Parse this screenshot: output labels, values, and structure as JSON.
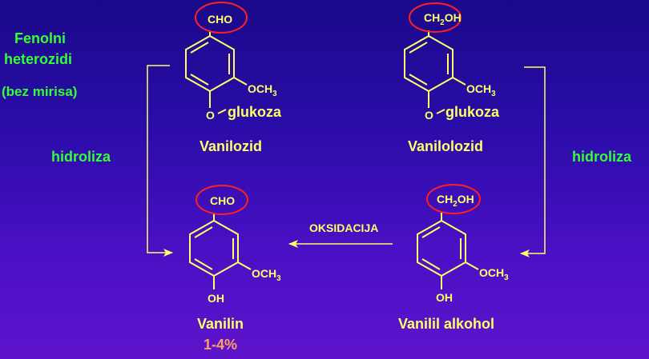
{
  "title": {
    "line1": "Fenolni",
    "line2": "heterozidi",
    "note": "(bez mirisa)"
  },
  "reactions": {
    "hydrolysis_left": "hidroliza",
    "hydrolysis_right": "hidroliza",
    "oxidation": "OKSIDACIJA"
  },
  "compounds": {
    "vanilozid": {
      "name": "Vanilozid",
      "top_group": "CHO",
      "methoxy": "OCH",
      "methoxy_sub": "3",
      "o": "O",
      "sugar": "glukoza"
    },
    "vanilolozid": {
      "name": "Vanilolozid",
      "top_group": "CH",
      "top_group_sub": "2",
      "top_group_tail": "OH",
      "methoxy": "OCH",
      "methoxy_sub": "3",
      "o": "O",
      "sugar": "glukoza"
    },
    "vanilin": {
      "name": "Vanilin",
      "yield": "1-4%",
      "top_group": "CHO",
      "methoxy": "OCH",
      "methoxy_sub": "3",
      "hydroxy": "OH"
    },
    "vanilil_alkohol": {
      "name": "Vanilil alkohol",
      "top_group": "CH",
      "top_group_sub": "2",
      "top_group_tail": "OH",
      "methoxy": "OCH",
      "methoxy_sub": "3",
      "hydroxy": "OH"
    }
  },
  "colors": {
    "bond": "#ffff66",
    "highlight_circle": "#ff2020",
    "heading_green": "#33ff33",
    "label_yellow": "#ffff66",
    "yield_orange": "#ffa060",
    "arrow_line": "#ffff66"
  }
}
